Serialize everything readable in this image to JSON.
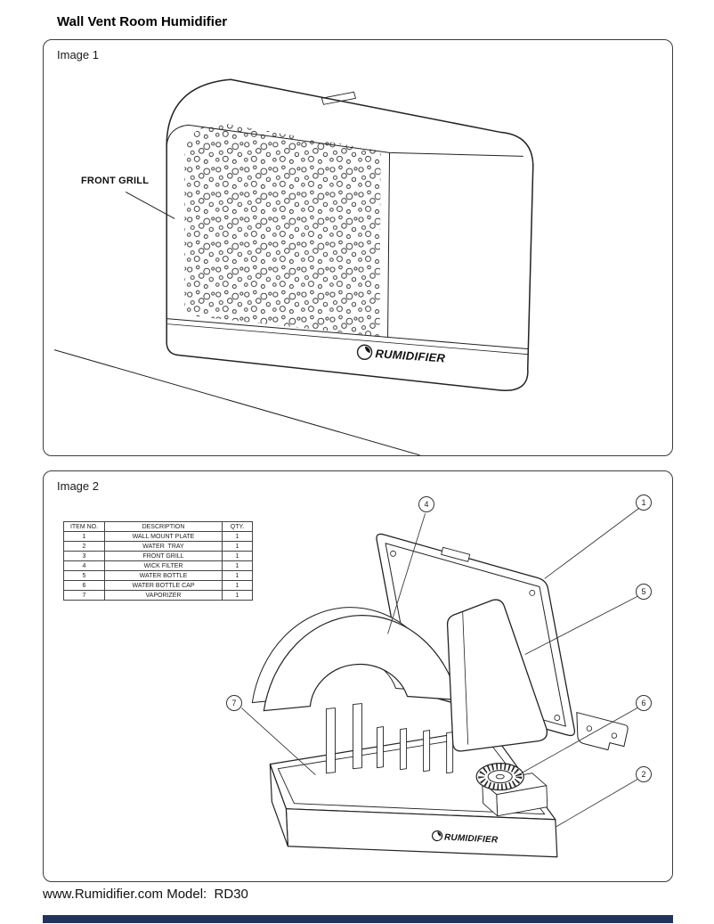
{
  "page": {
    "title": "Wall Vent Room Humidifier",
    "footer": "www.Rumidifier.com Model:  RD30"
  },
  "image1": {
    "label": "Image 1",
    "front_grill_label": "FRONT GRILL",
    "brand": "RUMIDIFIER"
  },
  "image2": {
    "label": "Image 2",
    "brand": "RUMIDIFIER",
    "table": {
      "headers": [
        "ITEM NO.",
        "DESCRIPTION",
        "QTY."
      ],
      "rows": [
        [
          "1",
          "WALL MOUNT PLATE",
          "1"
        ],
        [
          "2",
          "WATER  TRAY",
          "1"
        ],
        [
          "3",
          "FRONT GRILL",
          "1"
        ],
        [
          "4",
          "WICK FILTER",
          "1"
        ],
        [
          "5",
          "WATER BOTTLE",
          "1"
        ],
        [
          "6",
          "WATER BOTTLE CAP",
          "1"
        ],
        [
          "7",
          "VAPORIZER",
          "1"
        ]
      ]
    },
    "callouts": {
      "c1": "1",
      "c2": "2",
      "c4": "4",
      "c5": "5",
      "c6": "6",
      "c7": "7"
    }
  },
  "colors": {
    "line": "#222222",
    "footer_bar": "#22345c"
  }
}
